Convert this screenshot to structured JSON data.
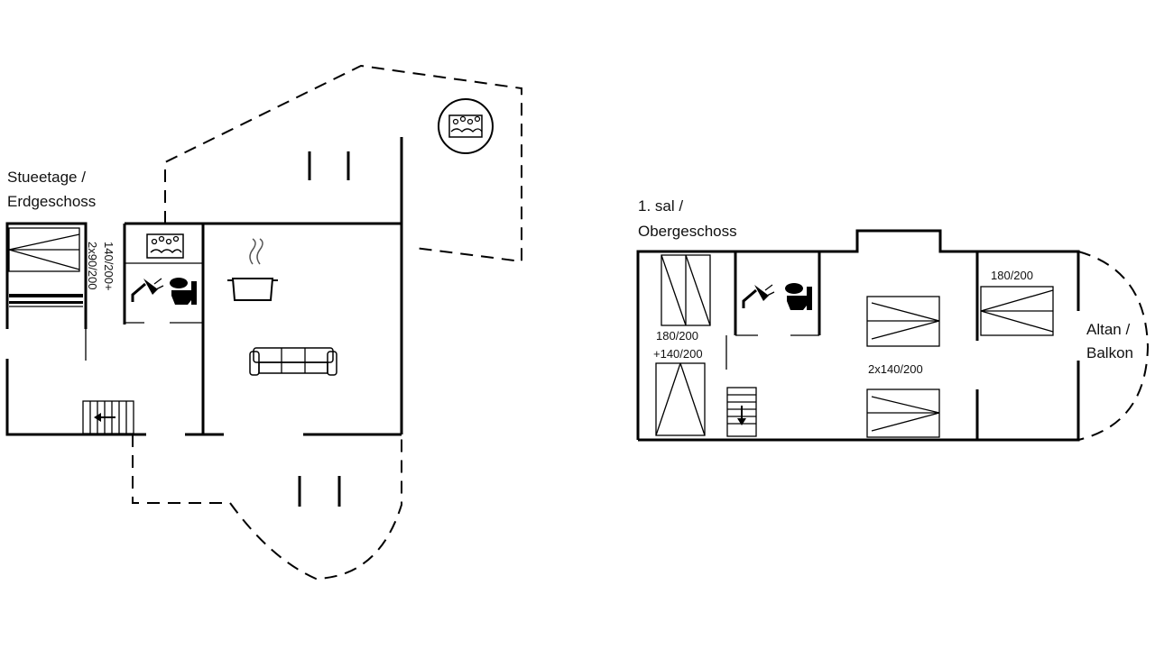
{
  "ground_floor": {
    "label_line1": "Stueetage /",
    "label_line2": "Erdgeschoss",
    "bed_label_line1": "140/200+",
    "bed_label_line2": "2x90/200"
  },
  "upper_floor": {
    "label_line1": "1. sal /",
    "label_line2": "Obergeschoss",
    "bed_left_line1": "180/200",
    "bed_left_line2": "+140/200",
    "bed_center": "2x140/200",
    "bed_right": "180/200",
    "balcony_line1": "Altan /",
    "balcony_line2": "Balkon"
  },
  "icons": [
    "hot-tub-icon",
    "shower-icon",
    "toilet-icon",
    "cooking-pot-icon",
    "sofa-icon",
    "stairs-icon"
  ]
}
